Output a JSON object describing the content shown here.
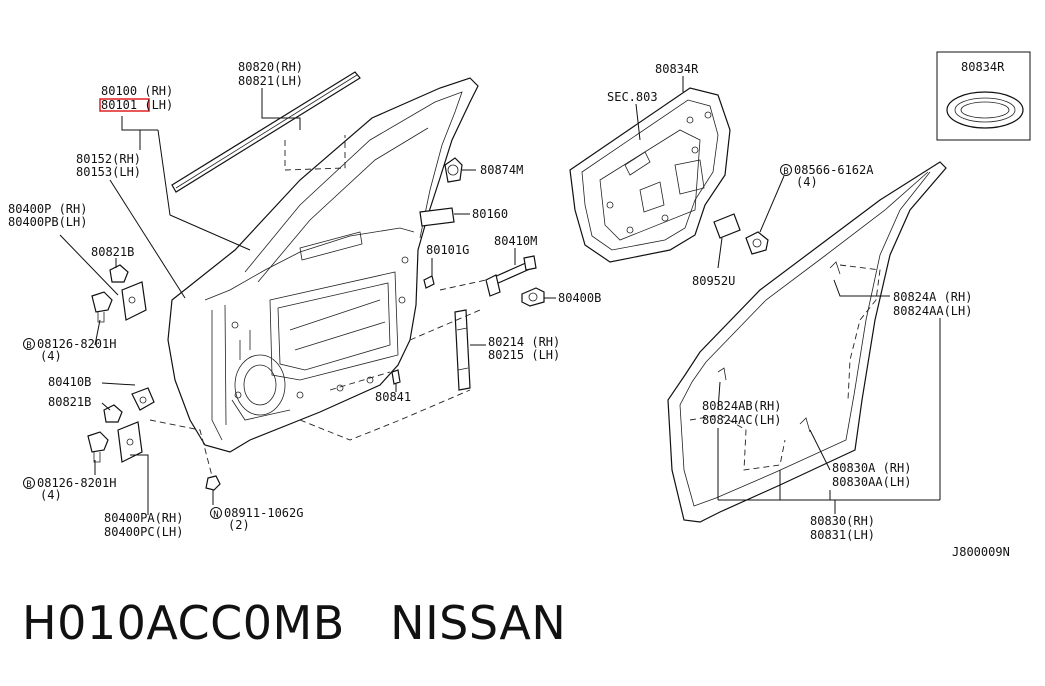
{
  "diagram_code": "J800009N",
  "footer": {
    "text": "H010ACC0MB   NISSAN"
  },
  "labels": {
    "p80100": "80100 (RH)",
    "p80101": "80101 (LH)",
    "p80152": "80152(RH)",
    "p80153": "80153(LH)",
    "p80400p": "80400P (RH)",
    "p80400pb": "80400PB(LH)",
    "p80821b_top": "80821B",
    "p08126_top": "08126-8201H",
    "p08126_top_qty": "(4)",
    "p80410b": "80410B",
    "p80821b_bot": "80821B",
    "p08126_bot": "08126-8201H",
    "p08126_bot_qty": "(4)",
    "p80400pa": "80400PA(RH)",
    "p80400pc": "80400PC(LH)",
    "p08911": "08911-1062G",
    "p08911_qty": "(2)",
    "p80820": "80820(RH)",
    "p80821": "80821(LH)",
    "p80874m": "80874M",
    "p80160": "80160",
    "p80101g": "80101G",
    "p80410m": "80410M",
    "p80400b": "80400B",
    "p80214": "80214 (RH)",
    "p80215": "80215 (LH)",
    "p80841": "80841",
    "p80834r_main": "80834R",
    "psec803": "SEC.803",
    "p08566": "08566-6162A",
    "p08566_qty": "(4)",
    "p80952u": "80952U",
    "p80834r_inset": "80834R",
    "p80824a": "80824A (RH)",
    "p80824aa": "80824AA(LH)",
    "p80824ab": "80824AB(RH)",
    "p80824ac": "80824AC(LH)",
    "p80830a": "80830A (RH)",
    "p80830aa": "80830AA(LH)",
    "p80830": "80830(RH)",
    "p80831": "80831(LH)"
  },
  "circle_marks": {
    "b1": "B",
    "b2": "B",
    "b3": "B",
    "n1": "N"
  },
  "colors": {
    "highlight": "#e02020",
    "ink": "#111111"
  }
}
